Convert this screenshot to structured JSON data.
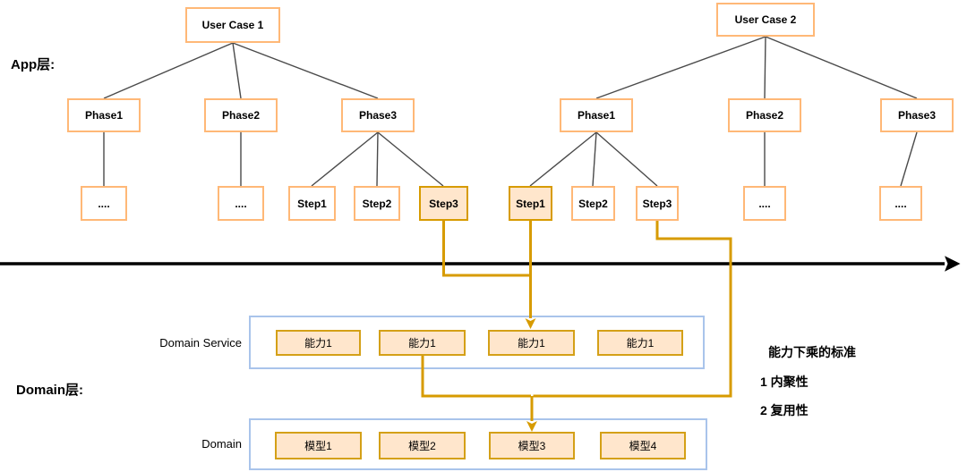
{
  "app_layer": {
    "label": "App层:",
    "use_case_1": {
      "root": "User Case 1",
      "phases": [
        "Phase1",
        "Phase2",
        "Phase3"
      ],
      "leaves": [
        "....",
        "....",
        "Step1",
        "Step2",
        "Step3"
      ]
    },
    "use_case_2": {
      "root": "User Case 2",
      "phases": [
        "Phase1",
        "Phase2",
        "Phase3"
      ],
      "leaves": [
        "Step1",
        "Step2",
        "Step3",
        "....",
        "...."
      ]
    }
  },
  "domain_layer": {
    "label": "Domain层:",
    "domain_service": {
      "label": "Domain Service",
      "capabilities": [
        "能力1",
        "能力1",
        "能力1",
        "能力1"
      ]
    },
    "domain": {
      "label": "Domain",
      "models": [
        "模型1",
        "模型2",
        "模型3",
        "模型4"
      ]
    }
  },
  "notes": {
    "title": "能力下乘的标准",
    "items": [
      "1 内聚性",
      "2 复用性"
    ]
  },
  "colors": {
    "node_border": "#ffb877",
    "highlight_border": "#d79b00",
    "highlight_fill": "#ffe6cc",
    "chip_fill": "#ffe6cc",
    "chip_border": "#d4a017",
    "container_border": "#a9c4eb",
    "connector": "#d79b00",
    "timeline": "#000000",
    "tree_edge": "#4a4a4a"
  }
}
